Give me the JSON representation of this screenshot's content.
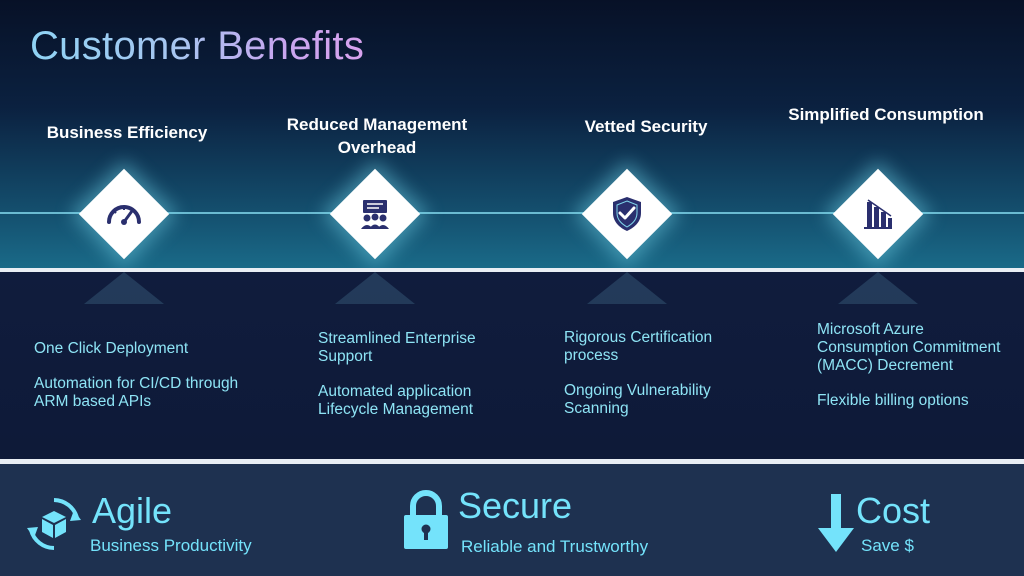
{
  "title": "Customer Benefits",
  "benefits": [
    {
      "heading": "Business Efficiency",
      "icon": "speedometer-icon",
      "bullets": [
        "One Click Deployment",
        "Automation for CI/CD through ARM based APIs"
      ]
    },
    {
      "heading": "Reduced Management Overhead",
      "icon": "team-presentation-icon",
      "bullets": [
        "Streamlined Enterprise Support",
        "Automated application Lifecycle Management"
      ]
    },
    {
      "heading": "Vetted Security",
      "icon": "shield-check-icon",
      "bullets": [
        "Rigorous Certification process",
        "Ongoing Vulnerability Scanning"
      ]
    },
    {
      "heading": "Simplified Consumption",
      "icon": "bar-chart-decrease-icon",
      "bullets": [
        "Microsoft Azure Consumption Commitment (MACC) Decrement",
        "Flexible billing options"
      ]
    }
  ],
  "pillars": [
    {
      "title": "Agile",
      "subtitle": "Business Productivity",
      "icon": "rotating-cube-icon"
    },
    {
      "title": "Secure",
      "subtitle": "Reliable and Trustworthy",
      "icon": "padlock-icon"
    },
    {
      "title": "Cost",
      "subtitle": "Save $",
      "icon": "down-arrow-icon"
    }
  ],
  "colors": {
    "accent": "#74e3fb",
    "bullet_text": "#8ee4f5",
    "icon_fill": "#2a2f6e",
    "background": "#0b1730"
  }
}
